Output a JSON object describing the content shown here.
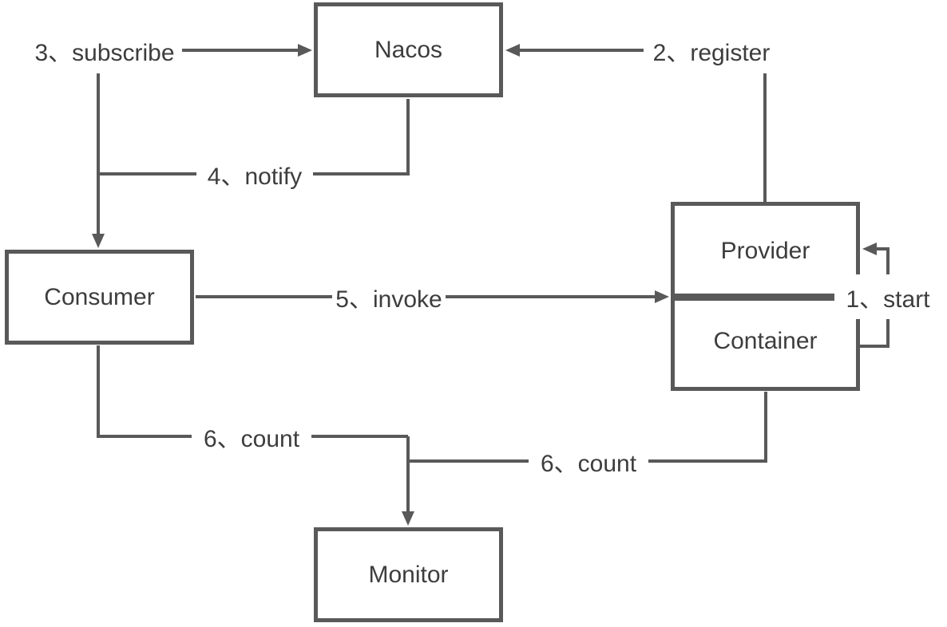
{
  "colors": {
    "line_color": "#595959",
    "text_color": "#3d3d3d",
    "canvas_bg": "#ffffff"
  },
  "nodes": {
    "nacos": {
      "label": "Nacos"
    },
    "consumer": {
      "label": "Consumer"
    },
    "provider_container": {
      "top_label": "Provider",
      "bottom_label": "Container"
    },
    "monitor": {
      "label": "Monitor"
    }
  },
  "edge_labels": {
    "start": "1、start",
    "register": "2、register",
    "subscribe": "3、subscribe",
    "notify": "4、notify",
    "invoke": "5、invoke",
    "count_consumer": "6、count",
    "count_provider": "6、count"
  }
}
